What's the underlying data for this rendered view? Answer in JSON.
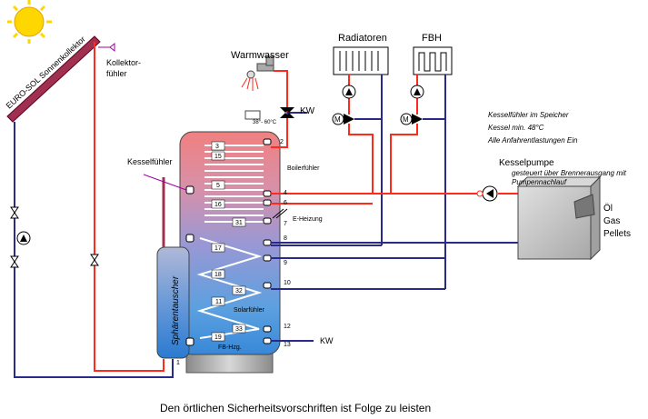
{
  "labels": {
    "collector": "EURO-SOL Sonnenkollektor",
    "collector_sensor": "Kollektor-\nfühler",
    "hot_water": "Warmwasser",
    "kw_top": "KW",
    "kw_bottom": "KW",
    "mixer_temp": "38°- 60°C",
    "radiators": "Radiatoren",
    "floor_heating": "FBH",
    "boiler_sensor": "Kesselfühler",
    "boiler_fuehler": "Boilerfühler",
    "e_heating": "E-Heizung",
    "solar_sensor": "Solarfühler",
    "fb_heating": "FB-Hzg.",
    "heat_exchanger": "Sphärentauscher",
    "boiler_pump": "Kesselpumpe",
    "boiler_pump_note": "gesteuert über Brennerausgang mit\nPumpennachlauf",
    "fuel": "Öl\nGas\nPellets",
    "valve_m": "M",
    "footer": "Den örtlichen Sicherheitsvorschriften ist Folge zu leisten"
  },
  "notes": [
    "Kesselfühler im Speicher",
    "Kessel min. 48°C",
    "Alle Anfahrentlastungen Ein"
  ],
  "connection_numbers": [
    "1",
    "2",
    "4",
    "6",
    "7",
    "8",
    "9",
    "10",
    "12",
    "13"
  ],
  "internal_numbers": [
    "3",
    "15",
    "5",
    "16",
    "31",
    "17",
    "18",
    "32",
    "11",
    "33",
    "19"
  ],
  "colors": {
    "hot": "#ff2a1a",
    "cold": "#2a2a8a",
    "collector": "#a03050",
    "sun": "#ffd700",
    "tank_top": "#f07878",
    "tank_mid": "#9090d0",
    "tank_bottom": "#3a8ad8",
    "boiler": "#c8c8c8"
  }
}
